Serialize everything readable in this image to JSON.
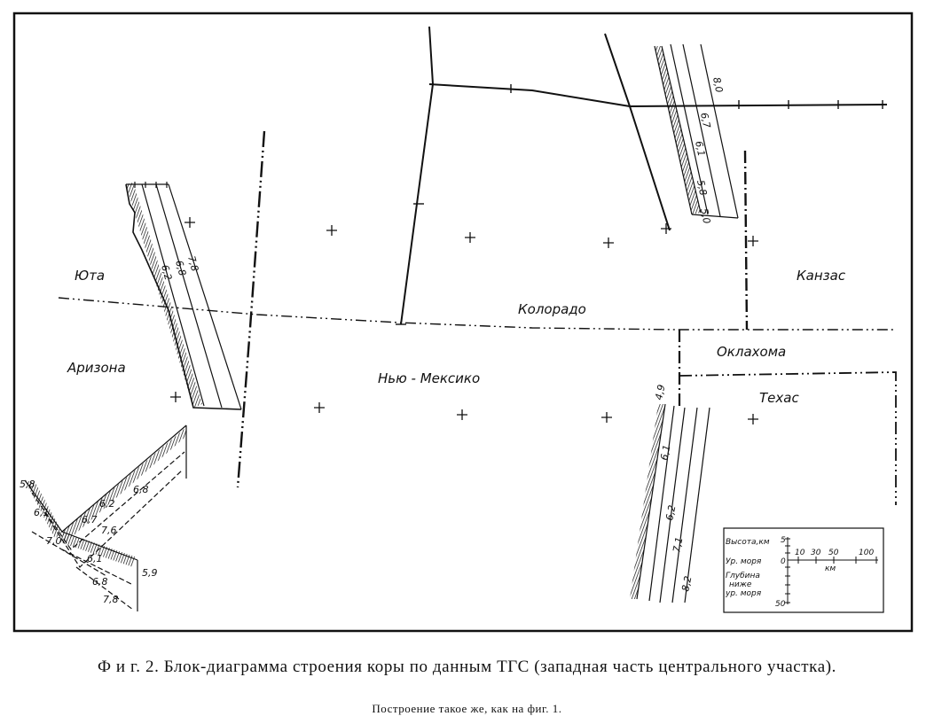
{
  "states": {
    "utah": "Юта",
    "colorado": "Колорадо",
    "kansas": "Канзас",
    "arizona": "Аризона",
    "new_mexico": "Нью - Мексико",
    "oklahoma": "Оклахома",
    "texas": "Техас"
  },
  "profiles": {
    "west_block": [
      "7,8",
      "6,8",
      "6,2"
    ],
    "ne_block": [
      "8,0",
      "6,7",
      "6,1",
      "5,8",
      "5,0"
    ],
    "se_block": [
      "4,9",
      "6,1",
      "6,2",
      "7,1",
      "8,2"
    ],
    "sw_block": [
      "5,8",
      "6,1",
      "7,0",
      "6,7",
      "6,2",
      "7,6",
      "6,8",
      "6,1",
      "6,8",
      "5,9",
      "7,8"
    ]
  },
  "legend": {
    "height_label": "Высота,км",
    "height_value": "5",
    "sea_level": "Ур. моря",
    "sea_value": "0",
    "depth_label_1": "Глубина",
    "depth_label_2": "ниже",
    "depth_label_3": "ур. моря",
    "depth_value": "50",
    "scale_ticks": [
      "10",
      "30",
      "50",
      "100"
    ],
    "scale_unit": "км"
  },
  "caption": {
    "main": "Ф и г. 2. Блок-диаграмма строения коры по данным ТГС (западная часть центрального участка).",
    "sub": "Построение такое же, как на фиг. 1."
  }
}
